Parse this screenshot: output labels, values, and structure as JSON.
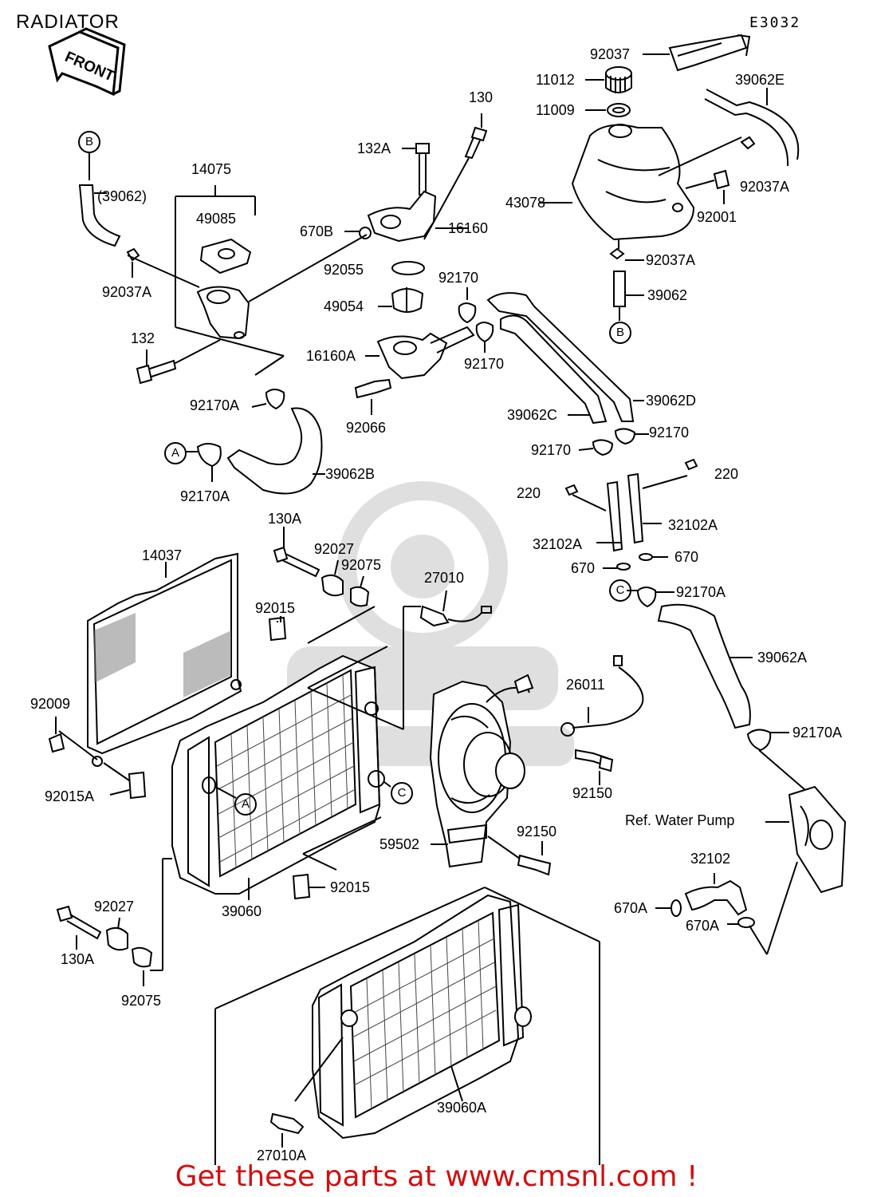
{
  "title": "RADIATOR",
  "drawing_code": "E3032",
  "front_label": "FRONT",
  "ref_letters": {
    "a": "A",
    "b": "B",
    "c": "C"
  },
  "parts": {
    "p92037": "92037",
    "p11012": "11012",
    "p11009": "11009",
    "p39062E": "39062E",
    "p92037A_top": "92037A",
    "p43078": "43078",
    "p92001": "92001",
    "p92037A_mid": "92037A",
    "p39062_right": "39062",
    "p130": "130",
    "p132A": "132A",
    "p16160": "16160",
    "p670B": "670B",
    "p14075": "14075",
    "p49085": "49085",
    "p39062_paren": "(39062)",
    "p92037A_left": "92037A",
    "p132": "132",
    "p92055": "92055",
    "p92170_a": "92170",
    "p49054": "49054",
    "p16160A": "16160A",
    "p92170_b": "92170",
    "p92066": "92066",
    "p92170A_mid": "92170A",
    "p39062C": "39062C",
    "p39062D": "39062D",
    "p92170_c": "92170",
    "p92170_d": "92170",
    "p92170A_left": "92170A",
    "p39062B": "39062B",
    "p220_a": "220",
    "p220_b": "220",
    "p32102A_a": "32102A",
    "p32102A_b": "32102A",
    "p670_a": "670",
    "p670_b": "670",
    "p130A_top": "130A",
    "p92027_top": "92027",
    "p92075_top": "92075",
    "p14037": "14037",
    "p27010": "27010",
    "p92015_top": "92015",
    "p92170A_right": "92170A",
    "p39062A": "39062A",
    "p26011": "26011",
    "p92009": "92009",
    "p92170A_low": "92170A",
    "p92150_a": "92150",
    "p92015A": "92015A",
    "ref_water_pump": "Ref. Water Pump",
    "p59502": "59502",
    "p92150_b": "92150",
    "p39060": "39060",
    "p92015_low": "92015",
    "p32102": "32102",
    "p92027_low": "92027",
    "p670A_a": "670A",
    "p670A_b": "670A",
    "p130A_low": "130A",
    "p92075_low": "92075",
    "p39060A": "39060A",
    "p27010A": "27010A"
  },
  "footer_text": "Get these parts at www.cmsnl.com !",
  "colors": {
    "footer": "#d10f0f",
    "ink": "#000000"
  }
}
